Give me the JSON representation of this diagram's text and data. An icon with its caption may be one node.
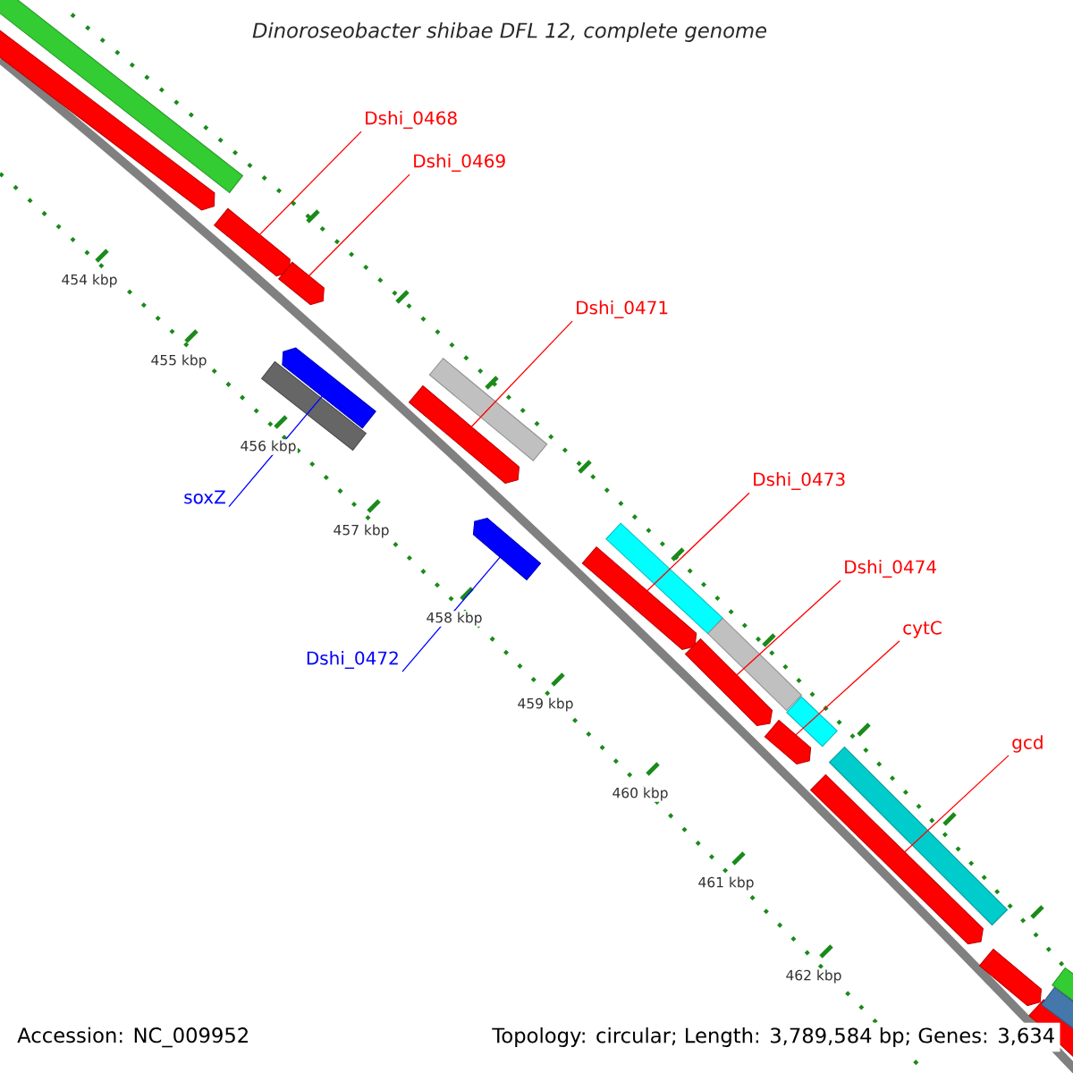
{
  "diagram": {
    "title": "Dinoroseobacter shibae DFL 12, complete genome",
    "nodes": [
      {
        "text": [],
        "shape": "bar"
      },
      {
        "text": [],
        "shape": "arrow"
      },
      {
        "text": [],
        "shape": "arrow"
      },
      {
        "text": [],
        "shape": "arrow"
      },
      {
        "text": [],
        "shape": "arrow"
      },
      {
        "text": [],
        "shape": "bar"
      },
      {
        "text": [],
        "shape": "bar"
      },
      {
        "text": [],
        "shape": "arrow"
      },
      {
        "text": [],
        "shape": "arrow"
      },
      {
        "text": [],
        "shape": "bar"
      },
      {
        "text": [],
        "shape": "bar"
      },
      {
        "text": [],
        "shape": "bar"
      },
      {
        "text": [],
        "shape": "arrow"
      },
      {
        "text": [],
        "shape": "arrow"
      },
      {
        "text": [],
        "shape": "arrow"
      },
      {
        "text": [],
        "shape": "bar"
      },
      {
        "text": [],
        "shape": "arrow"
      },
      {
        "text": [],
        "shape": "arrow"
      },
      {
        "text": [],
        "shape": "arrow"
      },
      {
        "text": [],
        "shape": "bar"
      },
      {
        "text": [],
        "shape": "bar"
      },
      {
        "text": [
          "Dshi_0468"
        ]
      },
      {
        "text": [
          "Dshi_0469"
        ]
      },
      {
        "text": [
          "Dshi_0471"
        ]
      },
      {
        "text": [
          "soxZ"
        ]
      },
      {
        "text": [
          "Dshi_0472"
        ]
      },
      {
        "text": [
          "Dshi_0473"
        ]
      },
      {
        "text": [
          "Dshi_0474"
        ]
      },
      {
        "text": [
          "cytC"
        ]
      },
      {
        "text": [
          "gcd"
        ]
      }
    ],
    "edges": [
      {
        "from": 21,
        "to": 2,
        "arrow": "none"
      },
      {
        "from": 22,
        "to": 3,
        "arrow": "none"
      },
      {
        "from": 23,
        "to": 7,
        "arrow": "none"
      },
      {
        "from": 24,
        "to": 4,
        "arrow": "none",
        "color": "#0000ff"
      },
      {
        "from": 25,
        "to": 8,
        "arrow": "none",
        "color": "#0000ff"
      },
      {
        "from": 26,
        "to": 12,
        "arrow": "none"
      },
      {
        "from": 27,
        "to": 13,
        "arrow": "none"
      },
      {
        "from": 28,
        "to": 14,
        "arrow": "none"
      },
      {
        "from": 29,
        "to": 16,
        "arrow": "none"
      }
    ],
    "labels": [
      "454 kbp",
      "455 kbp",
      "456 kbp",
      "457 kbp",
      "458 kbp",
      "459 kbp",
      "460 kbp",
      "461 kbp",
      "462 kbp",
      "Accession: NC_009952",
      "Topology: circular; Length: 3,789,584 bp; Genes: 3,634"
    ]
  }
}
